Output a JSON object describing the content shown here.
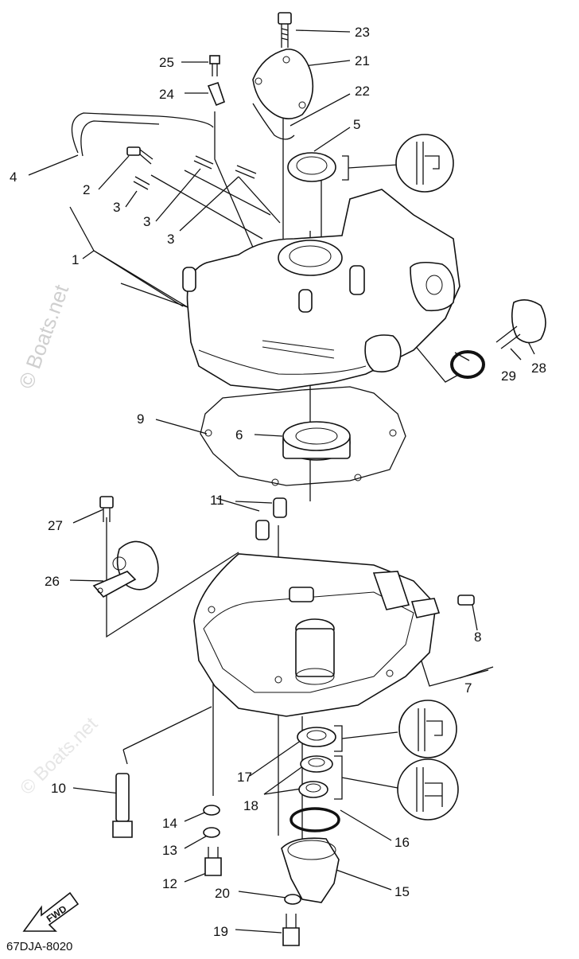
{
  "diagram": {
    "part_code": "67DJA-8020",
    "watermark": "© Boats.net",
    "fwd_label": "FWD",
    "callouts": [
      "1",
      "2",
      "3",
      "3",
      "3",
      "4",
      "5",
      "6",
      "7",
      "8",
      "9",
      "10",
      "11",
      "12",
      "13",
      "14",
      "15",
      "16",
      "17",
      "18",
      "19",
      "20",
      "21",
      "22",
      "23",
      "24",
      "25",
      "26",
      "27",
      "28",
      "29"
    ]
  }
}
